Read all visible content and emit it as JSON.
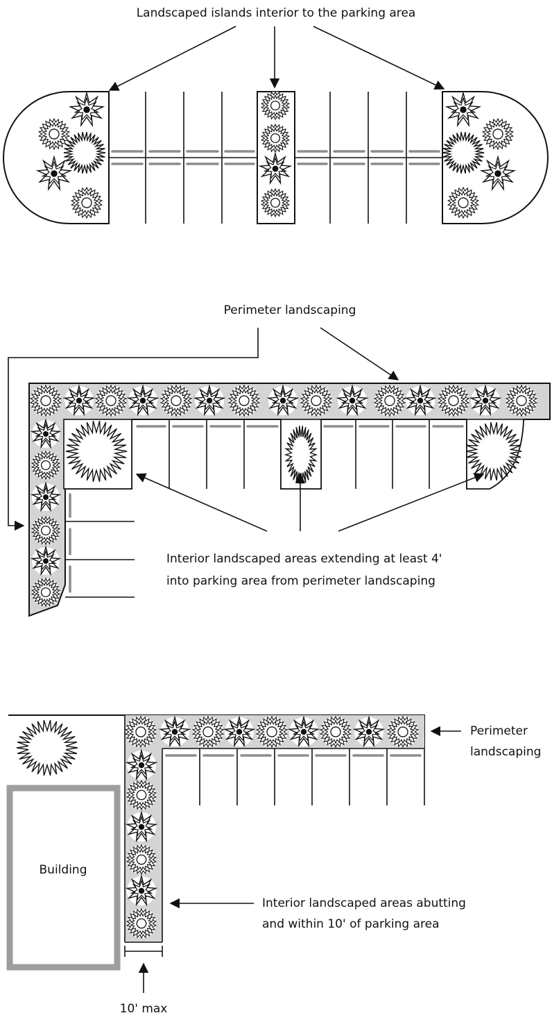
{
  "panels": {
    "islands": {
      "label": "Landscaped islands interior to the parking area"
    },
    "perimeter": {
      "label": "Perimeter landscaping",
      "interior_label_line1": "Interior landscaped areas extending at least 4'",
      "interior_label_line2": "into parking area from perimeter landscaping"
    },
    "building": {
      "building_label": "Building",
      "perimeter_label_line1": "Perimeter",
      "perimeter_label_line2": "landscaping",
      "interior_label_line1": "Interior landscaped areas abutting",
      "interior_label_line2": "and within 10' of parking area",
      "dimension_label": "10' max"
    }
  },
  "colors": {
    "ink": "#111111",
    "landscape_fill": "#d4d4d4",
    "building_outline": "#9e9e9e",
    "wheel_stop": "#8c8c8c"
  },
  "icons": [
    "shrub-ring-icon",
    "shrub-star-icon",
    "tree-icon"
  ]
}
